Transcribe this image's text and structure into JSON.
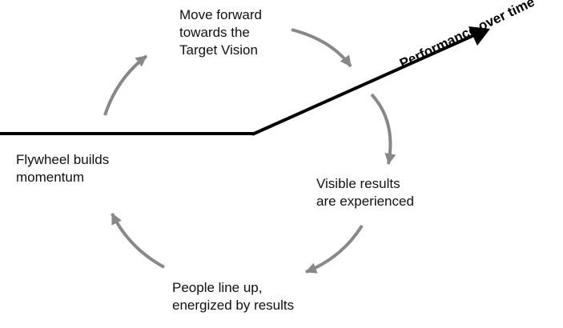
{
  "colors": {
    "axis_line": "#000000",
    "cycle_arrows": "#888888",
    "text": "#111111"
  },
  "performance_label": "Performance over time",
  "stages": {
    "move_forward": {
      "line1": "Move forward",
      "line2": "towards the",
      "line3": "Target Vision"
    },
    "visible_results": {
      "line1": "Visible results",
      "line2": "are experienced"
    },
    "people_line_up": {
      "line1": "People line up,",
      "line2": "energized by results"
    },
    "flywheel": {
      "line1": "Flywheel builds",
      "line2": "momentum"
    }
  }
}
